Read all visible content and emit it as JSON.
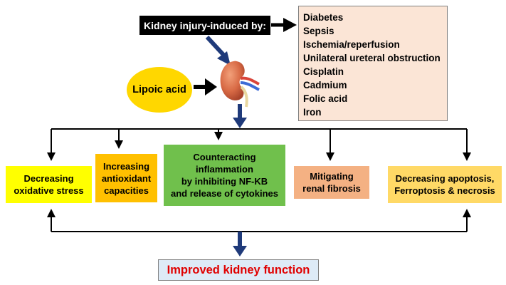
{
  "trigger": {
    "label": "Kidney injury-induced by:"
  },
  "causes": [
    "Diabetes",
    "Sepsis",
    "Ischemia/reperfusion",
    "Unilateral ureteral obstruction",
    "Cisplatin",
    "Cadmium",
    "Folic acid",
    "Iron"
  ],
  "treatment": {
    "label": "Lipoic acid"
  },
  "organ": {
    "icon": "kidney-icon"
  },
  "effects": [
    {
      "lines": [
        "Decreasing",
        "oxidative stress"
      ]
    },
    {
      "lines": [
        "Increasing",
        "antioxidant",
        "capacities"
      ]
    },
    {
      "lines": [
        "Counteracting",
        "inflammation",
        "by inhibiting NF-KB",
        "and release of cytokines"
      ]
    },
    {
      "lines": [
        "Mitigating",
        "renal fibrosis"
      ]
    },
    {
      "lines": [
        "Decreasing apoptosis,",
        "Ferroptosis & necrosis"
      ]
    }
  ],
  "outcome": {
    "label": "Improved kidney function"
  },
  "colors": {
    "arrow_blue": "#1f3a7a",
    "outcome_text": "#e00000",
    "effect_fills": [
      "#ffff00",
      "#ffc000",
      "#70c04c",
      "#f4b183",
      "#ffd966"
    ]
  }
}
